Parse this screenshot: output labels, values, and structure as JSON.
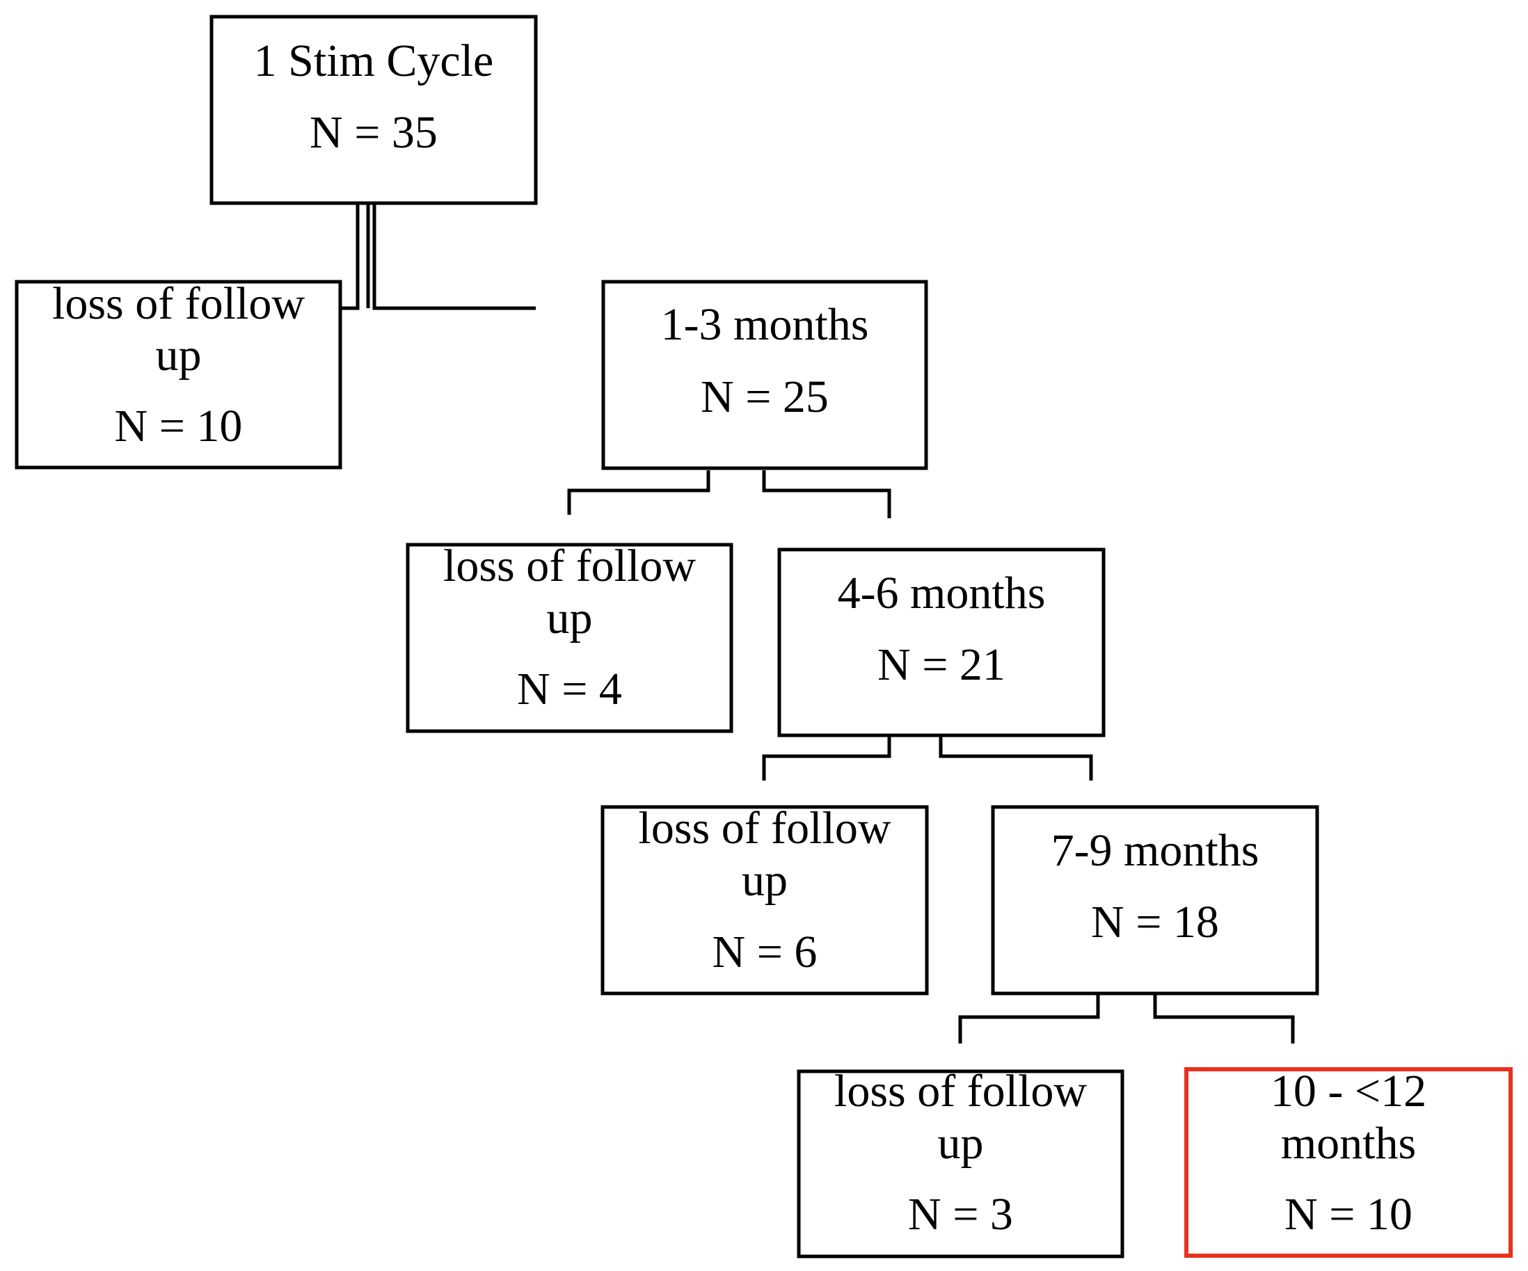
{
  "nodes": [
    {
      "id": "stim",
      "lines": [
        "1 Stim Cycle",
        "N = 35"
      ],
      "highlight": false
    },
    {
      "id": "loss1",
      "lines": [
        "loss of follow",
        "up",
        "N = 10"
      ],
      "highlight": false
    },
    {
      "id": "m1_3",
      "lines": [
        "1-3 months",
        "N = 25"
      ],
      "highlight": false
    },
    {
      "id": "loss2",
      "lines": [
        "loss of follow",
        "up",
        "N = 4"
      ],
      "highlight": false
    },
    {
      "id": "m4_6",
      "lines": [
        "4-6 months",
        "N = 21"
      ],
      "highlight": false
    },
    {
      "id": "loss3",
      "lines": [
        "loss of follow",
        "up",
        "N = 6"
      ],
      "highlight": false
    },
    {
      "id": "m7_9",
      "lines": [
        "7-9 months",
        "N = 18"
      ],
      "highlight": false
    },
    {
      "id": "loss4",
      "lines": [
        "loss of follow",
        "up",
        "N = 3"
      ],
      "highlight": false
    },
    {
      "id": "m10_12",
      "lines": [
        "10 - <12",
        "months",
        "N = 10"
      ],
      "highlight": true
    }
  ],
  "edges": [
    {
      "from": "stim",
      "to": "loss1"
    },
    {
      "from": "stim",
      "to": "m1_3"
    },
    {
      "from": "m1_3",
      "to": "loss2"
    },
    {
      "from": "m1_3",
      "to": "m4_6"
    },
    {
      "from": "m4_6",
      "to": "loss3"
    },
    {
      "from": "m4_6",
      "to": "m7_9"
    },
    {
      "from": "m7_9",
      "to": "loss4"
    },
    {
      "from": "m7_9",
      "to": "m10_12"
    }
  ],
  "colors": {
    "line": "#000000",
    "highlight": "#e8321e",
    "background": "#ffffff"
  }
}
